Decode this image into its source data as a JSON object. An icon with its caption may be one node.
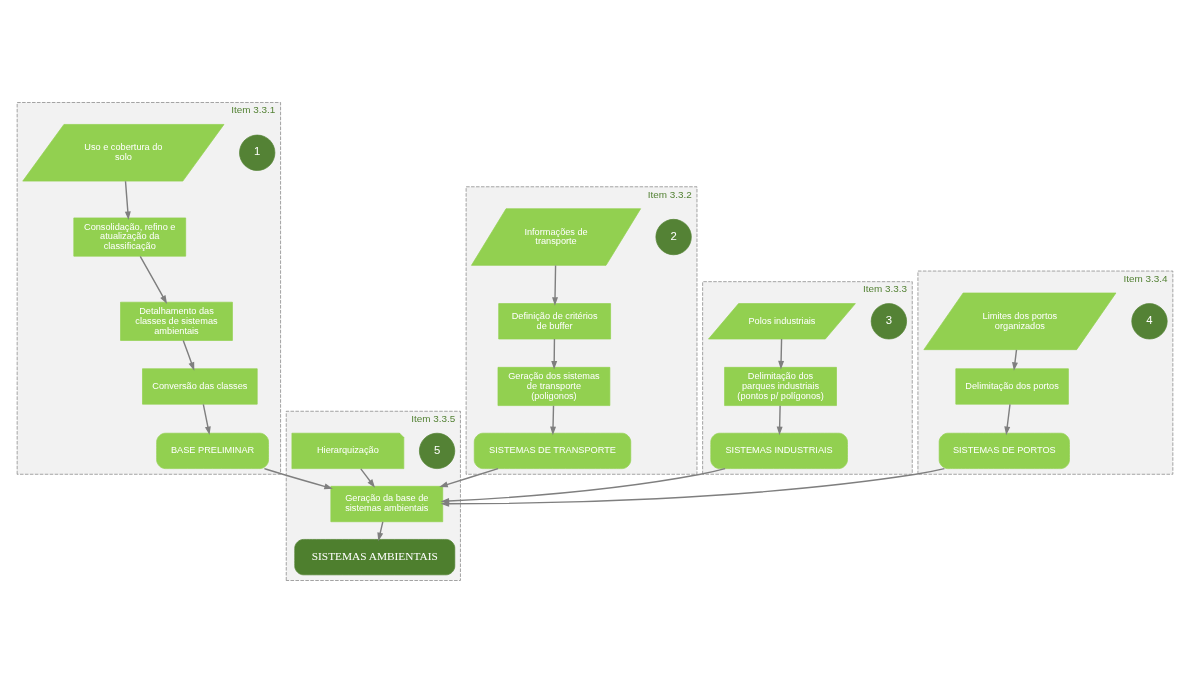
{
  "diagram": {
    "nodes": [
      {
        "text": [
          "Item 3.3.1"
        ]
      },
      {
        "text": [
          "1"
        ],
        "in": 0
      },
      {
        "text": [
          "Uso e cobertura do solo"
        ],
        "in": 0
      },
      {
        "text": [
          "Consolidação, refino e atualização da classificação"
        ],
        "in": 0
      },
      {
        "text": [
          "Detalhamento das classes de sistemas ambientais"
        ],
        "in": 0
      },
      {
        "text": [
          "Conversão das classes"
        ],
        "in": 0
      },
      {
        "text": [
          "BASE PRELIMINAR"
        ],
        "in": 0
      },
      {
        "text": [
          "Item 3.3.2"
        ]
      },
      {
        "text": [
          "2"
        ],
        "in": 7
      },
      {
        "text": [
          "Informações de transporte"
        ],
        "in": 7
      },
      {
        "text": [
          "Definição de critérios de buffer"
        ],
        "in": 7
      },
      {
        "text": [
          "Geração dos sistemas de transporte (poligonos)"
        ],
        "in": 7
      },
      {
        "text": [
          "SISTEMAS DE TRANSPORTE"
        ],
        "in": 7
      },
      {
        "text": [
          "Item 3.3.3"
        ]
      },
      {
        "text": [
          "3"
        ],
        "in": 13
      },
      {
        "text": [
          "Polos industriais"
        ],
        "in": 13
      },
      {
        "text": [
          "Delimitação dos parques industriais (pontos p/ polígonos)"
        ],
        "in": 13
      },
      {
        "text": [
          "SISTEMAS INDUSTRIAIS"
        ],
        "in": 13
      },
      {
        "text": [
          "Item 3.3.4"
        ]
      },
      {
        "text": [
          "4"
        ],
        "in": 18
      },
      {
        "text": [
          "Limites dos portos organizados"
        ],
        "in": 18
      },
      {
        "text": [
          "Delimitação dos portos"
        ],
        "in": 18
      },
      {
        "text": [
          "SISTEMAS DE PORTOS"
        ],
        "in": 18
      },
      {
        "text": [
          "Item 3.3.5"
        ]
      },
      {
        "text": [
          "5"
        ],
        "in": 23
      },
      {
        "text": [
          "Geração da base de sistemas ambientais"
        ],
        "in": 23
      },
      {
        "text": [
          "Hierarquização"
        ],
        "in": 23
      },
      {
        "text": [
          "SISTEMAS AMBIENTAIS"
        ],
        "in": 23
      }
    ],
    "edges": [
      {
        "from": 2,
        "to": 3,
        "arrow": "to"
      },
      {
        "from": 3,
        "to": 4,
        "arrow": "to"
      },
      {
        "from": 4,
        "to": 5,
        "arrow": "to"
      },
      {
        "from": 5,
        "to": 6,
        "arrow": "to"
      },
      {
        "from": 9,
        "to": 10,
        "arrow": "to"
      },
      {
        "from": 10,
        "to": 11,
        "arrow": "to"
      },
      {
        "from": 11,
        "to": 12,
        "arrow": "to"
      },
      {
        "from": 15,
        "to": 16,
        "arrow": "to"
      },
      {
        "from": 16,
        "to": 17,
        "arrow": "to"
      },
      {
        "from": 20,
        "to": 21,
        "arrow": "to"
      },
      {
        "from": 21,
        "to": 22,
        "arrow": "to"
      },
      {
        "from": 6,
        "to": 25,
        "arrow": "to"
      },
      {
        "from": 12,
        "to": 25,
        "arrow": "to"
      },
      {
        "from": 17,
        "to": 25,
        "arrow": "to"
      },
      {
        "from": 22,
        "to": 25,
        "arrow": "to"
      },
      {
        "from": 26,
        "to": 25,
        "arrow": "to"
      },
      {
        "from": 25,
        "to": 27,
        "arrow": "to"
      }
    ]
  }
}
